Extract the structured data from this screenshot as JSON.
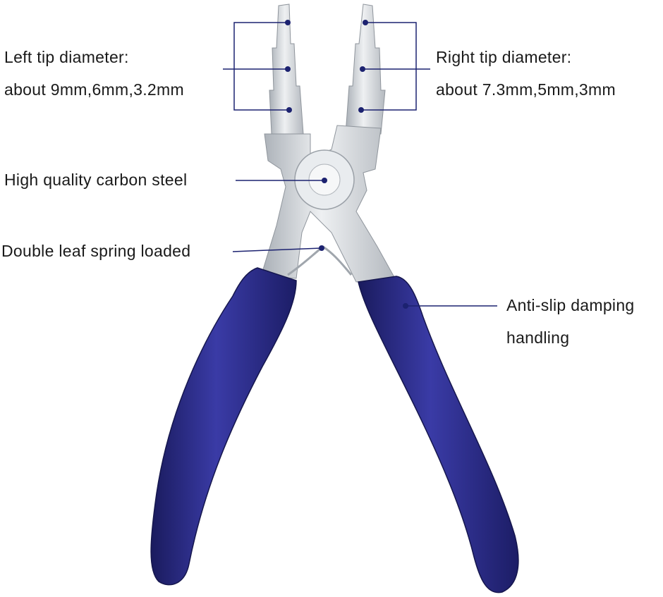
{
  "colors": {
    "accent": "#1c2270",
    "handle": "#2b2c8a",
    "steel": "#c9ced4",
    "text": "#1a1a1a"
  },
  "callouts": {
    "left_tip": {
      "line1": "Left tip diameter:",
      "line2": "about 9mm,6mm,3.2mm"
    },
    "right_tip": {
      "line1": "Right tip diameter:",
      "line2": "about 7.3mm,5mm,3mm"
    },
    "carbon_steel": {
      "line1": "High quality carbon steel"
    },
    "spring": {
      "line1": "Double leaf spring loaded"
    },
    "grip": {
      "line1": "Anti-slip damping",
      "line2": "handling"
    }
  }
}
